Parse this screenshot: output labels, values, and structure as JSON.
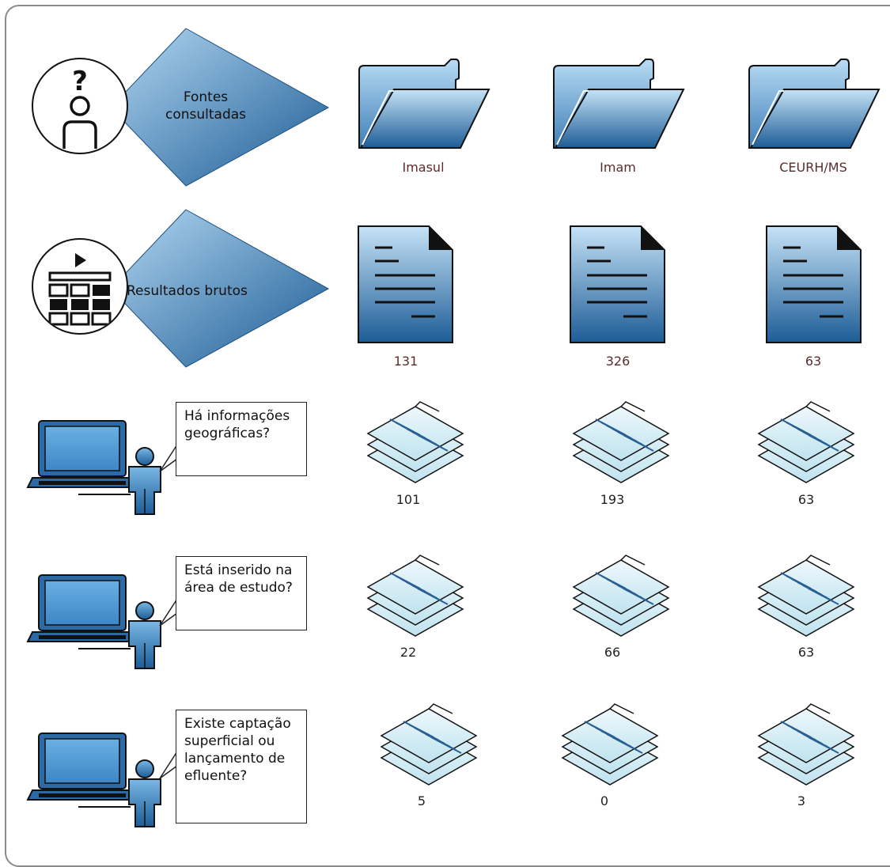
{
  "rows": {
    "sources": {
      "label": "Fontes consultadas",
      "items": [
        {
          "name": "Imasul"
        },
        {
          "name": "Imam"
        },
        {
          "name": "CEURH/MS"
        }
      ]
    },
    "raw": {
      "label": "Resultados brutos",
      "values": [
        "131",
        "326",
        "63"
      ]
    },
    "geo": {
      "question": "Há informações geográficas?",
      "values": [
        "101",
        "193",
        "63"
      ]
    },
    "area": {
      "question": "Está inserido na área de estudo?",
      "values": [
        "22",
        "66",
        "63"
      ]
    },
    "capt": {
      "question": "Existe captação superficial ou lançamento de efluente?",
      "values": [
        "5",
        "0",
        "3"
      ]
    }
  },
  "colors": {
    "blue_light": "#bcdcf3",
    "blue_dark": "#1f5f98",
    "source_label": "#5a2d2d"
  },
  "icons": [
    "question-person-icon",
    "folder-icon",
    "table-play-icon",
    "document-icon",
    "computer-user-icon",
    "stacked-pages-icon"
  ]
}
